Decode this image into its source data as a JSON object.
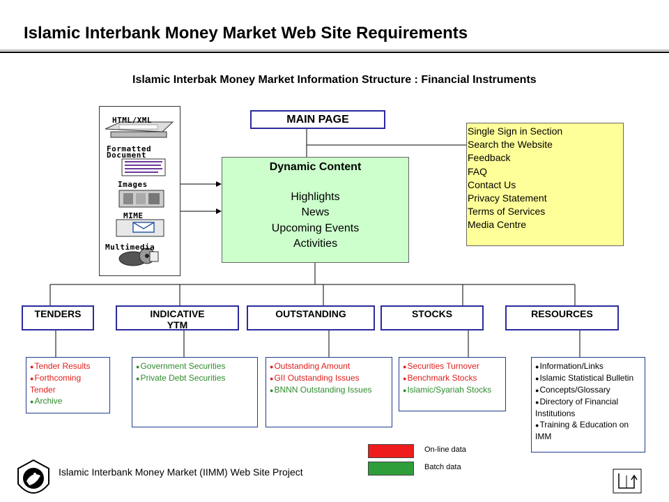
{
  "title": "Islamic Interbank Money Market Web Site Requirements",
  "subtitle": "Islamic Interbak Money Market Information Structure : Financial Instruments",
  "main_page": "MAIN PAGE",
  "dynamic": {
    "title": "Dynamic Content",
    "items": [
      "Highlights",
      "News",
      "Upcoming Events",
      "Activities"
    ]
  },
  "sidebar_links": [
    "Single Sign in Section",
    "Search the Website",
    "Feedback",
    "FAQ",
    "Contact Us",
    "Privacy Statement",
    "Terms of Services",
    "Media Centre"
  ],
  "formats": [
    {
      "label": "HTML/XML",
      "icon": "printer-icon"
    },
    {
      "label": "Formatted",
      "icon": "document-icon"
    },
    {
      "label": "Document",
      "icon": "document-icon"
    },
    {
      "label": "Images",
      "icon": "image-icon"
    },
    {
      "label": "MIME",
      "icon": "mail-icon"
    },
    {
      "label": "Multimedia",
      "icon": "cd-icon"
    }
  ],
  "categories": [
    {
      "label": "TENDERS"
    },
    {
      "label": "INDICATIVE YTM"
    },
    {
      "label": "OUTSTANDING"
    },
    {
      "label": "STOCKS"
    },
    {
      "label": "RESOURCES"
    }
  ],
  "subitems": [
    [
      {
        "text": "Tender Results",
        "type": "online"
      },
      {
        "text": "Forthcoming Tender",
        "type": "online"
      },
      {
        "text": "Archive",
        "type": "batch"
      }
    ],
    [
      {
        "text": "Government Securities",
        "type": "batch"
      },
      {
        "text": "Private Debt Securities",
        "type": "batch"
      }
    ],
    [
      {
        "text": "Outstanding Amount",
        "type": "online"
      },
      {
        "text": "GII Outstanding Issues",
        "type": "online"
      },
      {
        "text": "BNNN Outstanding Issues",
        "type": "batch"
      }
    ],
    [
      {
        "text": "Securities Turnover",
        "type": "online"
      },
      {
        "text": "Benchmark Stocks",
        "type": "online"
      },
      {
        "text": "Islamic/Syariah Stocks",
        "type": "batch"
      }
    ],
    [
      {
        "text": "Information/Links",
        "type": "other"
      },
      {
        "text": "Islamic Statistical Bulletin",
        "type": "other"
      },
      {
        "text": "Concepts/Glossary",
        "type": "other"
      },
      {
        "text": "Directory of Financial Institutions",
        "type": "other"
      },
      {
        "text": "Training & Education on IMM",
        "type": "other"
      }
    ]
  ],
  "legend": [
    {
      "label": "On-line data",
      "color": "#ee1c1c"
    },
    {
      "label": "Batch data",
      "color": "#2e9e3a"
    }
  ],
  "colors": {
    "online": "#e0201c",
    "batch": "#2e8b2e",
    "dynamic_bg": "#ccffcc",
    "sidebar_bg": "#ffff99"
  },
  "footer": "Islamic Interbank Money Market (IIMM) Web Site Project"
}
